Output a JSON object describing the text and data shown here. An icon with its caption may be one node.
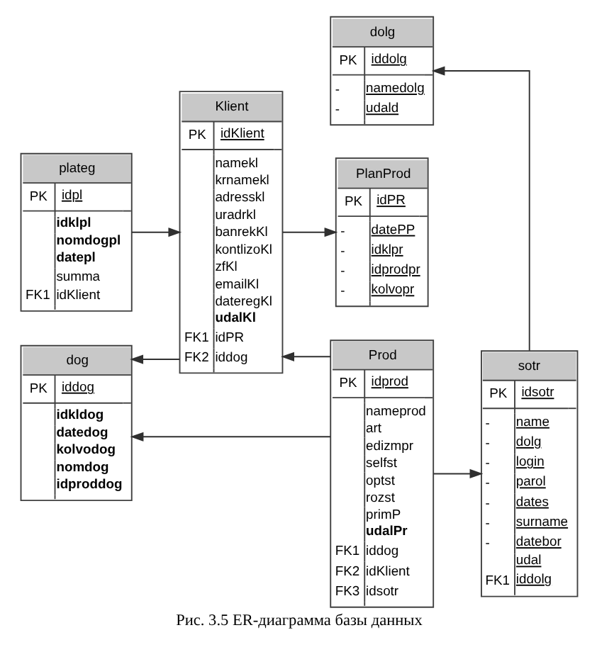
{
  "diagram": {
    "caption": "Рис. 3.5 ER-диаграмма базы данных",
    "nodes": [
      {
        "text": [
          "dolg",
          "PK iddolg",
          "- namedolg",
          "- udald"
        ]
      },
      {
        "text": [
          "plateg",
          "PK idpl",
          "idklpl",
          "nomdogpl",
          "datepl",
          "summa",
          "FK1 idKlient"
        ]
      },
      {
        "text": [
          "Klient",
          "PK idKlient",
          "namekl",
          "krnamekl",
          "adresskl",
          "uradrkl",
          "banrekKl",
          "kontlizoKl",
          "zfKl",
          "emailKl",
          "dateregKl",
          "udalKl",
          "FK1 idPR",
          "FK2 iddog"
        ]
      },
      {
        "text": [
          "PlanProd",
          "PK idPR",
          "- datePP",
          "- idklpr",
          "- idprodpr",
          "- kolvopr"
        ]
      },
      {
        "text": [
          "sotr",
          "PK idsotr",
          "- name",
          "- dolg",
          "- login",
          "- parol",
          "- dates",
          "- surname",
          "- datebor",
          "udal",
          "FK1 iddolg"
        ]
      },
      {
        "text": [
          "dog",
          "PK iddog",
          "idkldog",
          "datedog",
          "kolvodog",
          "nomdog",
          "idproddog"
        ]
      },
      {
        "text": [
          "Prod",
          "PK idprod",
          "nameprod",
          "art",
          "edizmpr",
          "selfst",
          "optst",
          "rozst",
          "primP",
          "udalPr",
          "FK1 iddog",
          "FK2 idKlient",
          "FK3 idsotr"
        ]
      }
    ],
    "edges": [
      {
        "from": 4,
        "to": 0,
        "arrow": "to"
      },
      {
        "from": 1,
        "to": 2,
        "arrow": "to"
      },
      {
        "from": 2,
        "to": 3,
        "arrow": "to"
      },
      {
        "from": 2,
        "to": 5,
        "arrow": "to"
      },
      {
        "from": 6,
        "to": 2,
        "arrow": "to"
      },
      {
        "from": 6,
        "to": 5,
        "arrow": "to"
      },
      {
        "from": 6,
        "to": 4,
        "arrow": "to"
      }
    ]
  }
}
